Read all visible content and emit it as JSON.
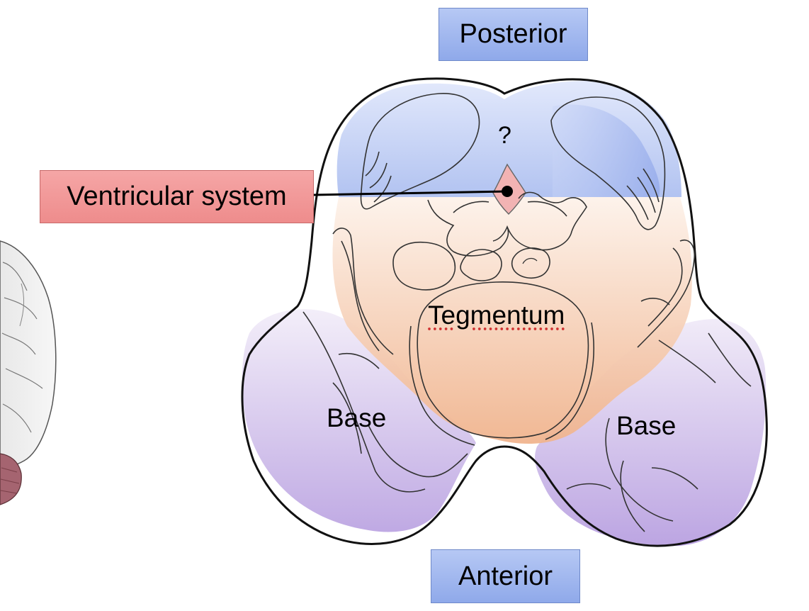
{
  "labels": {
    "posterior": "Posterior",
    "anterior": "Anterior",
    "ventricular_system": "Ventricular system",
    "tegmentum": "Tegmentum",
    "base_left": "Base",
    "base_right": "Base",
    "unknown_region": "?"
  },
  "colors": {
    "orientation_box": "#8fa9ea",
    "ventricular_box": "#ee8c8c",
    "tectum_region": "#9fb4ec",
    "tegmentum_region": "#f2c3a0",
    "base_region": "#c6b2e6",
    "ventricle": "#f2b3b3"
  },
  "icons": {
    "brain_fragment": "brain-icon"
  }
}
